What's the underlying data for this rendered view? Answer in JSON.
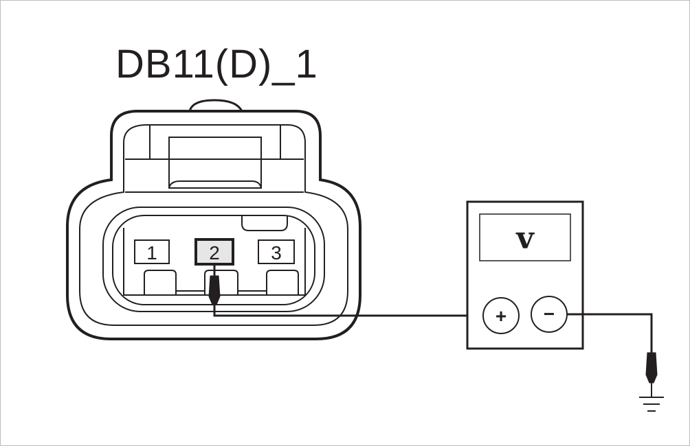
{
  "connector": {
    "title": "DB11(D)_1",
    "pins": [
      "1",
      "2",
      "3"
    ],
    "highlighted_pin": "2"
  },
  "meter": {
    "display": "v",
    "positive_terminal": "+",
    "negative_terminal": "−"
  },
  "colors": {
    "line": "#231f20",
    "highlight_fill": "#e6e6e6",
    "frame": "#bdbdbd"
  }
}
